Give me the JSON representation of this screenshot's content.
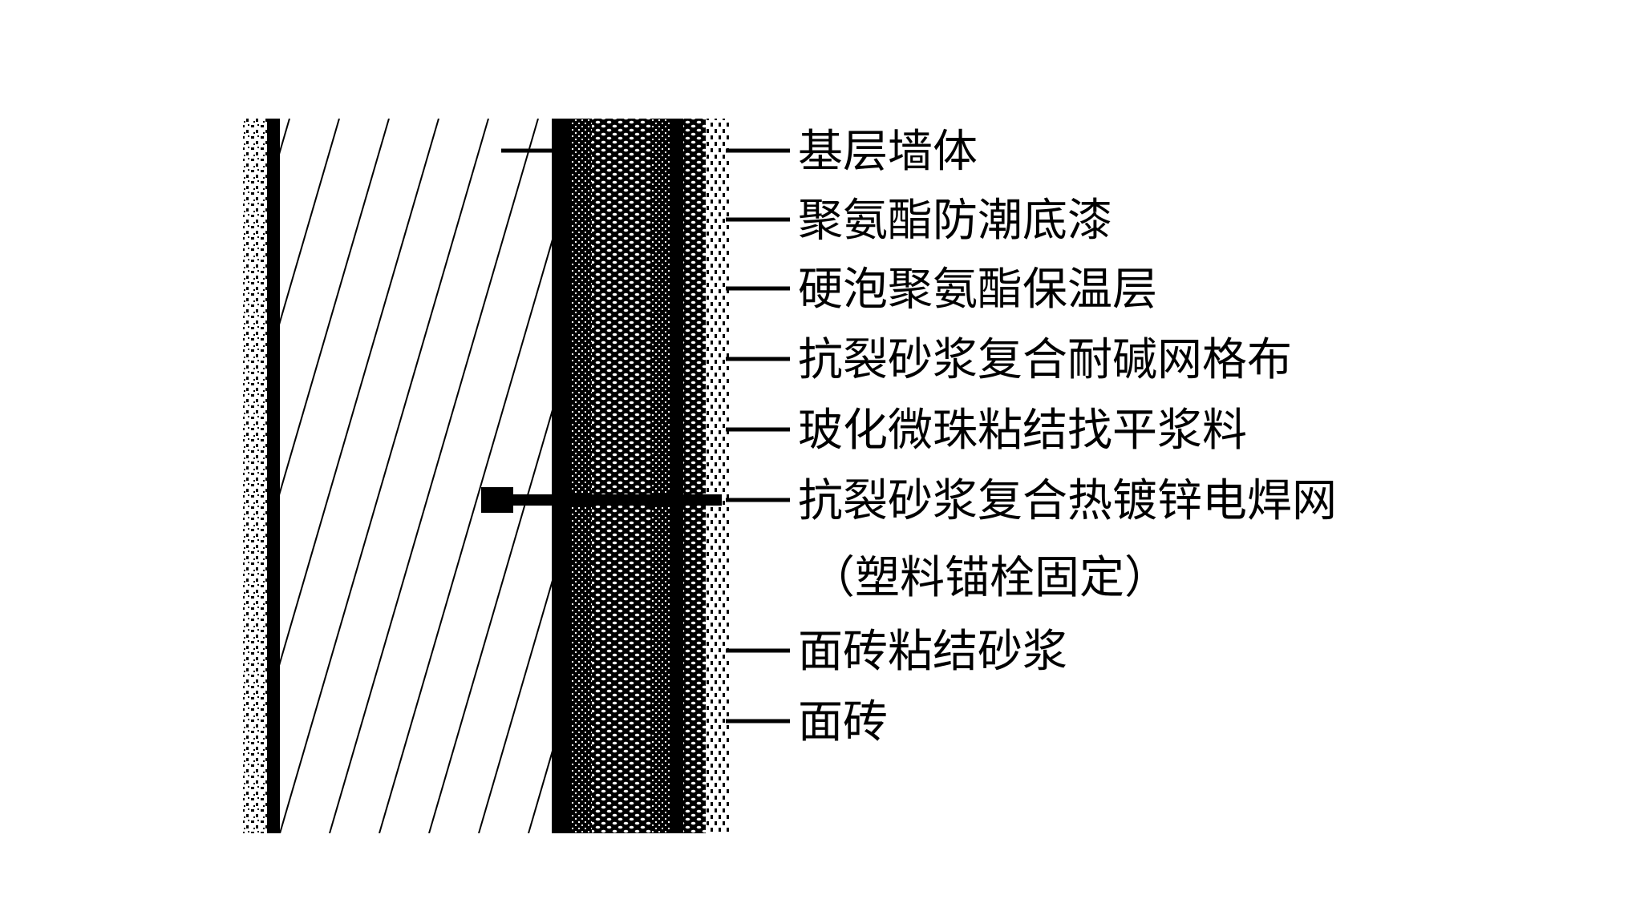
{
  "layers": [
    {
      "id": "base-wall",
      "label": "基层墙体"
    },
    {
      "id": "pu-primer",
      "label": "聚氨酯防潮底漆"
    },
    {
      "id": "pu-foam-insulation",
      "label": "硬泡聚氨酯保温层"
    },
    {
      "id": "anti-crack-mortar-mesh",
      "label": "抗裂砂浆复合耐碱网格布"
    },
    {
      "id": "glass-bead-leveling",
      "label": "玻化微珠粘结找平浆料"
    },
    {
      "id": "anti-crack-mortar-welded-mesh",
      "label": "抗裂砂浆复合热镀锌电焊网"
    },
    {
      "id": "anchor-note",
      "label": "（塑料锚栓固定）"
    },
    {
      "id": "tile-adhesive",
      "label": "面砖粘结砂浆"
    },
    {
      "id": "face-tile",
      "label": "面砖"
    }
  ],
  "colors": {
    "ink": "#000000",
    "paper": "#ffffff"
  }
}
